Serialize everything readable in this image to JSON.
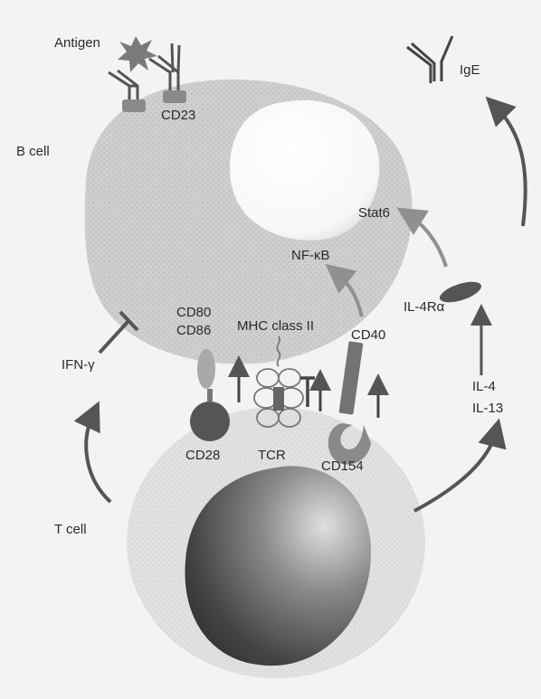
{
  "diagram": {
    "labels": {
      "antigen": "Antigen",
      "cd23": "CD23",
      "b_cell": "B cell",
      "ige": "IgE",
      "stat6": "Stat6",
      "nf_kb": "NF-κB",
      "il4ra": "IL-4Rα",
      "cd80": "CD80",
      "cd86": "CD86",
      "mhc": "MHC class II",
      "cd40": "CD40",
      "ifn_g": "IFN-γ",
      "il4": "IL-4",
      "il13": "IL-13",
      "cd28": "CD28",
      "tcr": "TCR",
      "cd154": "CD154",
      "t_cell": "T cell"
    }
  }
}
